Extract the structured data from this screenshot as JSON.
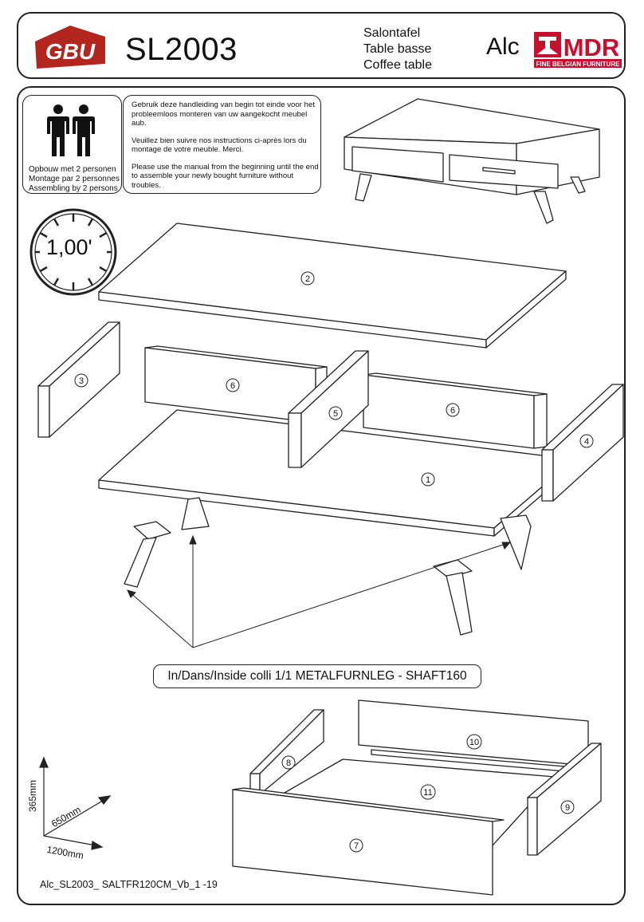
{
  "header": {
    "brand_logo": "GBU",
    "model": "SL2003",
    "names": [
      "Salontafel",
      "Table basse",
      "Coffee table"
    ],
    "collection": "Alc",
    "mdr_logo": "MDR",
    "mdr_tagline": "FINE BELGIAN FURNITURE"
  },
  "persons": {
    "icon": "two-persons-icon",
    "lines": [
      "Opbouw met  2 personen",
      "Montage par 2 personnes",
      "Assembling by 2 persons"
    ]
  },
  "instructions": {
    "nl": "Gebruik deze handleiding van begin tot einde voor het probleemloos monteren van uw aangekocht meubel aub.",
    "fr": "Veuillez bien suivre nos instructions ci-après lors du montage de votre meuble. Merci.",
    "en": "Please use the manual from the beginning until the end to assemble your newly bought furniture without troubles."
  },
  "clock": {
    "icon": "clock-icon",
    "time": "1,00'"
  },
  "parts": {
    "p1": "1",
    "p2": "2",
    "p3": "3",
    "p4": "4",
    "p5": "5",
    "p6a": "6",
    "p6b": "6",
    "p7": "7",
    "p8": "8",
    "p9": "9",
    "p10": "10",
    "p11": "11"
  },
  "colli_note": "In/Dans/Inside colli 1/1 METALFURNLEG - SHAFT160",
  "dimensions": {
    "height": "365mm",
    "depth": "650mm",
    "width": "1200mm"
  },
  "footer": {
    "code": "Alc_SL2003_ SALTFR120CM_Vb_1  -19"
  },
  "colors": {
    "gbu_red": "#b3261e",
    "mdr_red": "#c8102e",
    "line": "#222222"
  }
}
